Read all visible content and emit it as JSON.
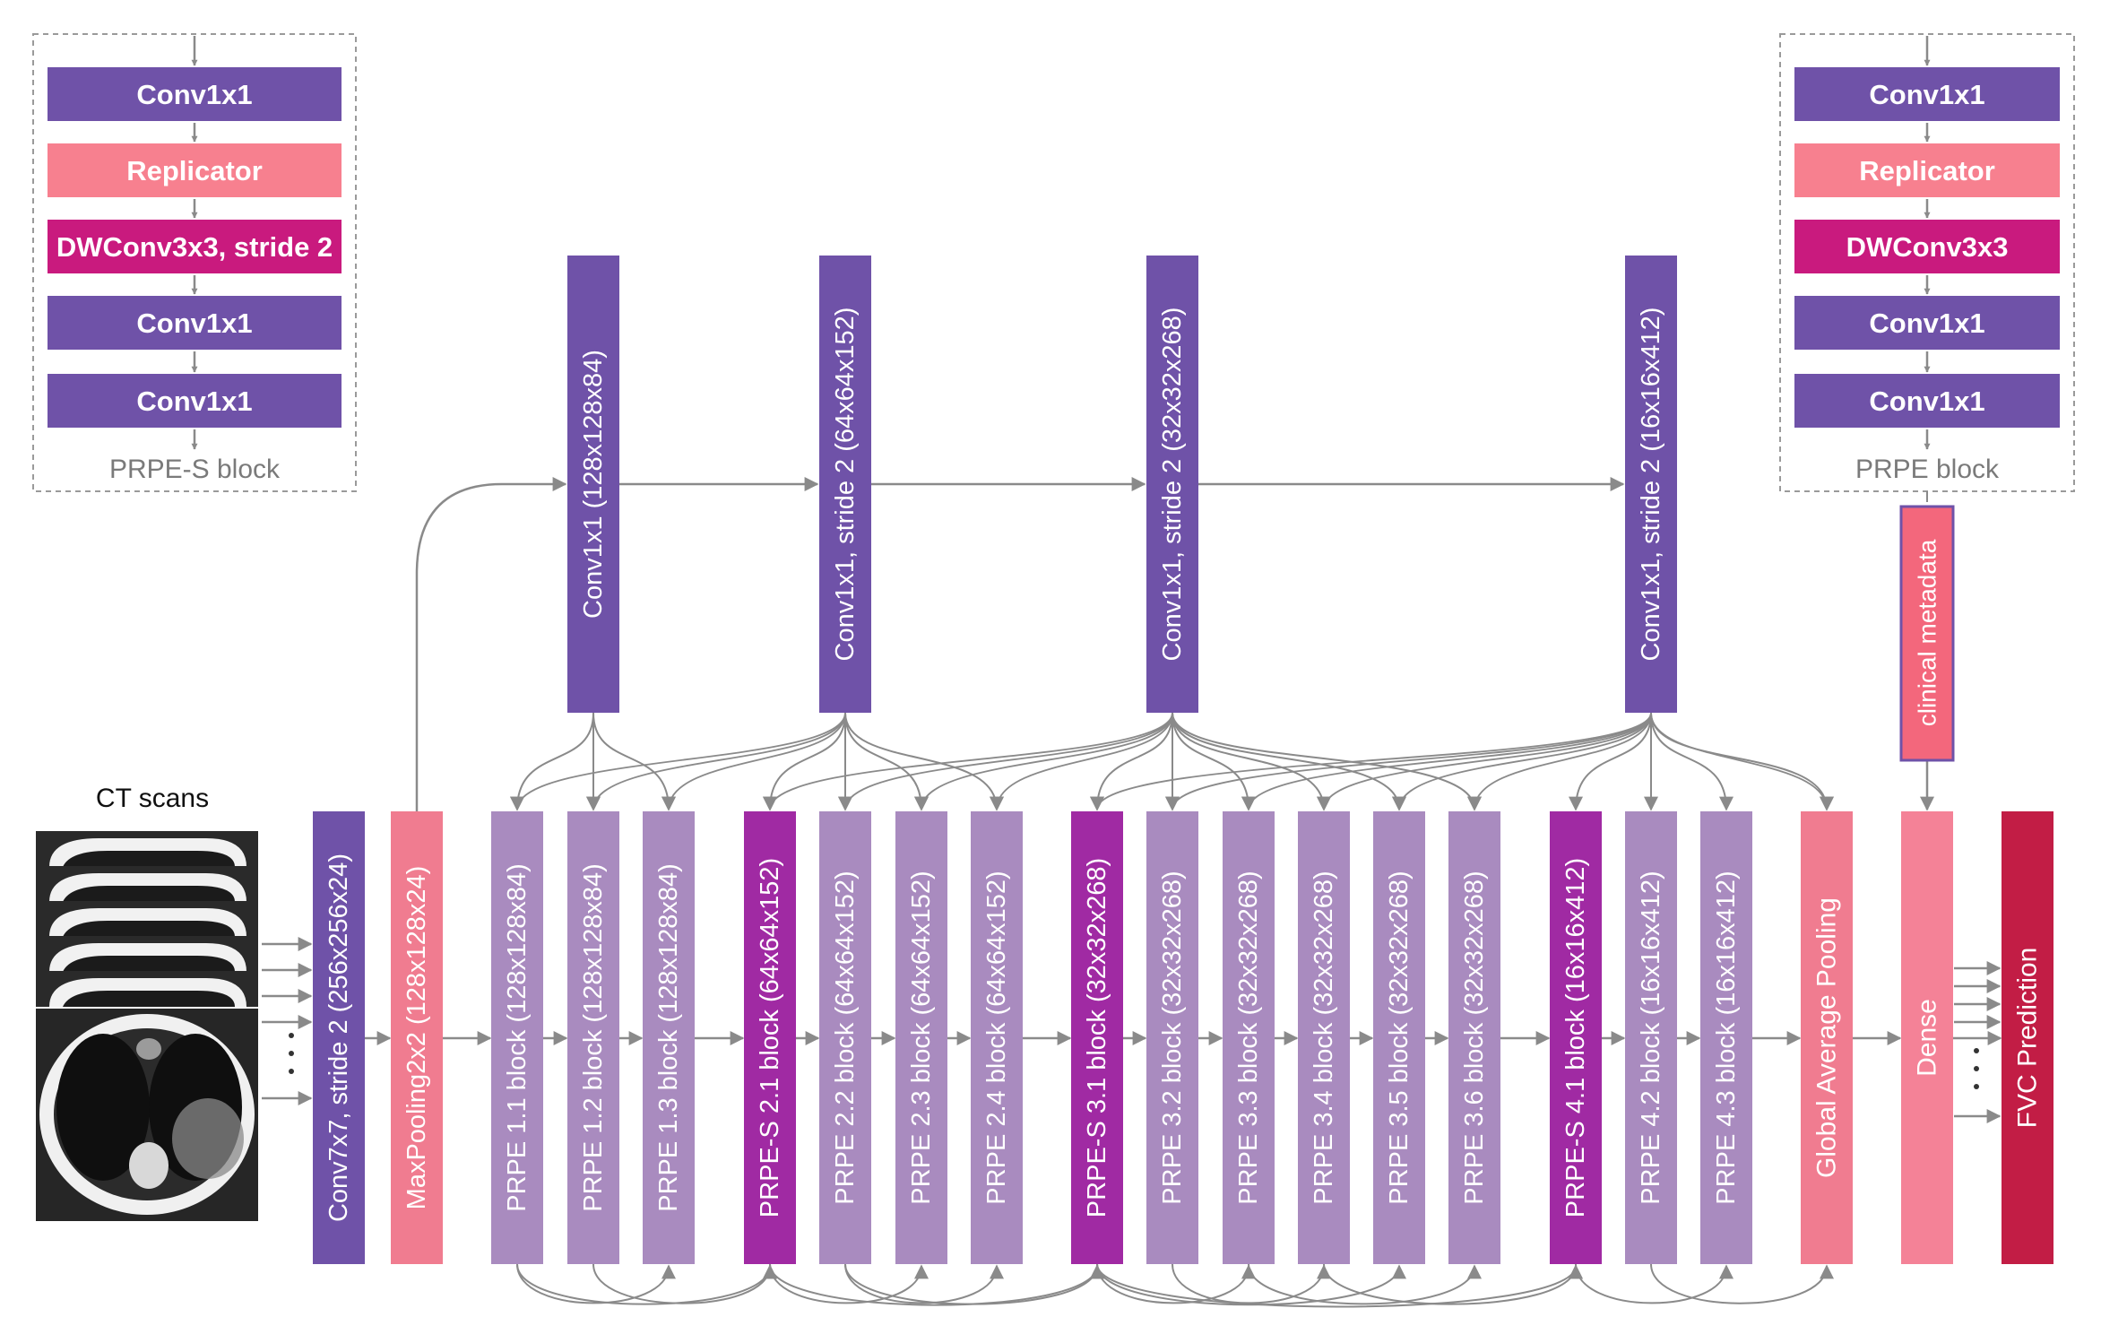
{
  "legend_prpe_s": {
    "title": "PRPE-S block",
    "layers": [
      "Conv1x1",
      "Replicator",
      "DWConv3x3, stride 2",
      "Conv1x1",
      "Conv1x1"
    ]
  },
  "legend_prpe": {
    "title": "PRPE block",
    "layers": [
      "Conv1x1",
      "Replicator",
      "DWConv3x3",
      "Conv1x1",
      "Conv1x1"
    ]
  },
  "input": {
    "label": "CT scans"
  },
  "main_blocks": [
    "Conv7x7, stride 2 (256x256x24)",
    "MaxPooling2x2 (128x128x24)",
    "PRPE 1.1 block (128x128x84)",
    "PRPE 1.2 block (128x128x84)",
    "PRPE 1.3 block (128x128x84)",
    "PRPE-S 2.1 block (64x64x152)",
    "PRPE 2.2 block (64x64x152)",
    "PRPE 2.3 block (64x64x152)",
    "PRPE 2.4 block (64x64x152)",
    "PRPE-S 3.1 block (32x32x268)",
    "PRPE 3.2 block (32x32x268)",
    "PRPE 3.3 block (32x32x268)",
    "PRPE 3.4 block (32x32x268)",
    "PRPE 3.5 block (32x32x268)",
    "PRPE 3.6 block (32x32x268)",
    "PRPE-S 4.1 block (16x16x412)",
    "PRPE 4.2 block (16x16x412)",
    "PRPE 4.3 block (16x16x412)",
    "Global Average Pooling",
    "Dense",
    "FVC Prediction"
  ],
  "side_blocks": [
    "Conv1x1 (128x128x84)",
    "Conv1x1, stride 2 (64x64x152)",
    "Conv1x1, stride 2 (32x32x268)",
    "Conv1x1, stride 2 (16x16x412)"
  ],
  "metadata": {
    "label": "clinical metadata"
  },
  "colors": {
    "conv": "#6f52a8",
    "pool": "#f07c90",
    "prpe": "#a98bbf",
    "prpe_s": "#a02aa3",
    "dense": "#f48297",
    "fvc": "#c21d45",
    "dwconv": "#c91a7e",
    "replicator": "#f7808f",
    "arrow": "#8a8a8a",
    "legend_border": "#9a9a9a"
  }
}
